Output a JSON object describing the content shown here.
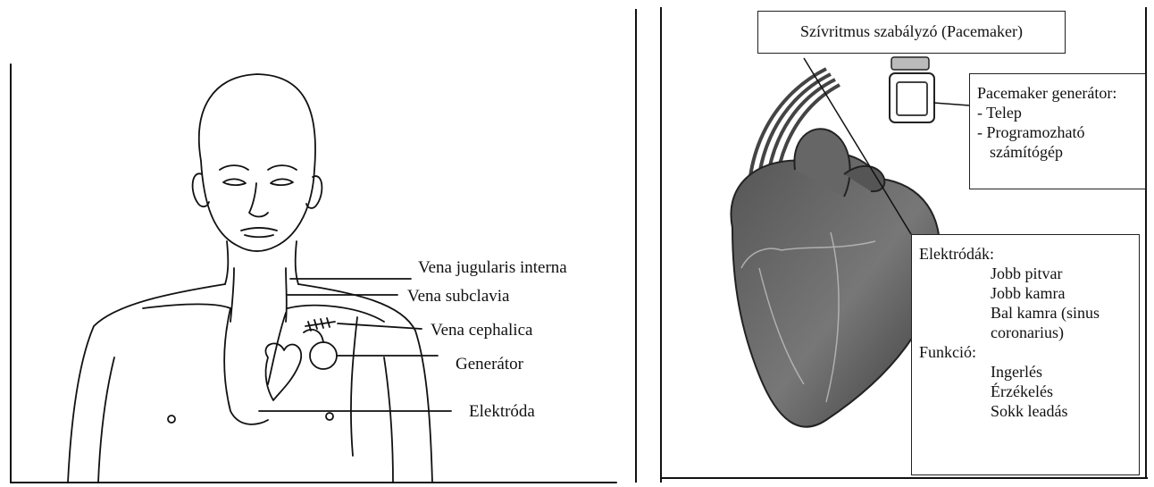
{
  "left": {
    "labels": [
      "Vena jugularis interna",
      "Vena subclavia",
      "Vena cephalica",
      "Generátor",
      "Elektróda"
    ]
  },
  "right": {
    "title": "Szívritmus szabályzó (Pacemaker)",
    "generator": {
      "heading": "Pacemaker generátor:",
      "items": [
        "- Telep",
        "- Programozható",
        "számítógép"
      ]
    },
    "electrodes": {
      "heading": "Elektródák:",
      "items": [
        "Jobb pitvar",
        "Jobb kamra",
        "Bal kamra (sinus",
        "coronarius)"
      ],
      "function_heading": "Funkció:",
      "functions": [
        "Ingerlés",
        "Érzékelés",
        "Sokk leadás"
      ]
    }
  }
}
